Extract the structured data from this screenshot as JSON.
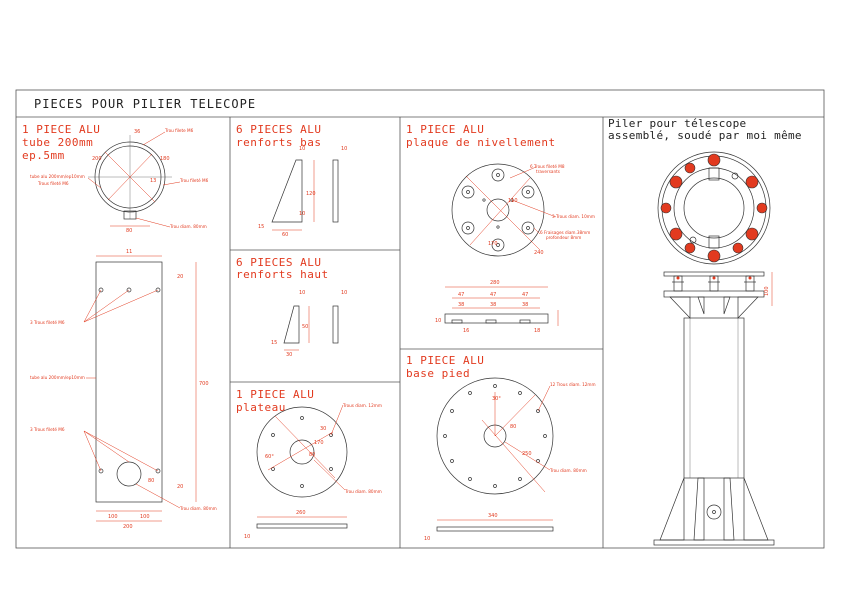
{
  "header": {
    "title": "PIECES POUR PILIER TELECOPE"
  },
  "panels": {
    "tube": {
      "title_line1": "1 PIECE ALU",
      "title_line2": "tube 200mm",
      "title_line3": "ep.5mm",
      "ann_trou_top": "Trou filetе M6",
      "ann_tube_left": "tube alu 200mm/ep10mm",
      "ann_trou_left": "Trous fileté M6",
      "ann_trou_right": "Trou fileté M6",
      "ann_trou80": "Trou diam. 80mm",
      "dim_80": "80",
      "dim_36": "36",
      "dim_13": "13",
      "dim_200": "200",
      "dim_180": "180"
    },
    "tube_side": {
      "ann_3trous_top": "3 Trous fileté M6",
      "ann_tube": "tube alu 200mm/ep10mm",
      "ann_3trous_bot": "3 Trous fileté M6",
      "ann_trou80": "Trou diam. 80mm",
      "dim_11": "11",
      "dim_20_top": "20",
      "dim_20_bot": "20",
      "dim_height": "700",
      "dim_100_l": "100",
      "dim_100_r": "100",
      "dim_200": "200",
      "dim_80": "80"
    },
    "renforts_bas": {
      "title_line1": "6 PIECES ALU",
      "title_line2": "renforts bas",
      "dim_10_a": "10",
      "dim_10_b": "10",
      "dim_120": "120",
      "dim_60": "60",
      "dim_15": "15",
      "dim_10_c": "10"
    },
    "renforts_haut": {
      "title_line1": "6 PIECES ALU",
      "title_line2": "renforts haut",
      "dim_10_a": "10",
      "dim_10_b": "10",
      "dim_50": "50",
      "dim_30": "30",
      "dim_15": "15"
    },
    "plateau": {
      "title_line1": "1 PIECE ALU",
      "title_line2": "plateau",
      "ann_trous": "Trous diam. 12mm",
      "ann_trou80": "Trou diam. 80mm",
      "dim_260": "260",
      "dim_10": "10",
      "dim_170": "170",
      "dim_80": "80",
      "dim_30": "30",
      "dim_60deg": "60°"
    },
    "plaque": {
      "title_line1": "1 PIECE ALU",
      "title_line2": "plaque de nivellement",
      "ann_6trous": "6 Trous fileté M8",
      "ann_6trous_sub": "traversants",
      "ann_3trous": "3 Trous diam. 10mm",
      "ann_fraisage": "6 Fraisages diam.38mm",
      "ann_fraisage_sub": "profondeur 8mm",
      "dim_240": "240",
      "dim_170": "170",
      "dim_110": "110",
      "dim_280": "280",
      "dims_top": [
        "47",
        "47",
        "47"
      ],
      "dims_mid": [
        "38",
        "38",
        "38"
      ],
      "dim_10": "10",
      "dim_16": "16",
      "dim_18": "18"
    },
    "base": {
      "title_line1": "1 PIECE ALU",
      "title_line2": "base pied",
      "ann_trous": "12 Trous diam. 12mm",
      "ann_trou80": "Trou diam. 80mm",
      "dim_30deg": "30°",
      "dim_80": "80",
      "dim_250": "250",
      "dim_340": "340",
      "dim_10": "10"
    },
    "assembly": {
      "title_line1": "Piler pour télescope",
      "title_line2": "assemblé, soudé par moi même",
      "dim_side": "100"
    }
  },
  "colors": {
    "annotation": "#e23a1f",
    "line": "#333333",
    "frame": "#555555"
  }
}
